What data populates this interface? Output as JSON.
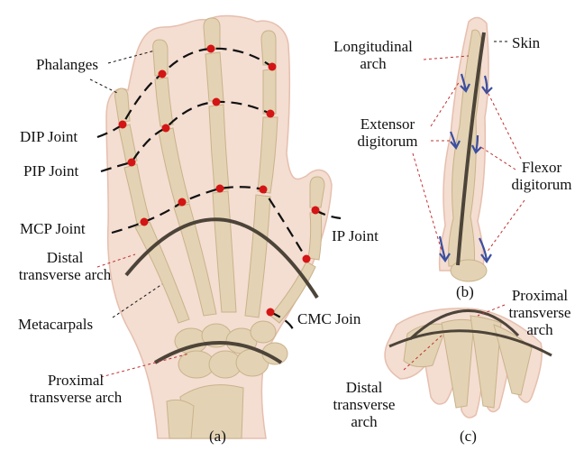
{
  "labels": {
    "phalanges": "Phalanges",
    "dip": "DIP Joint",
    "pip": "PIP Joint",
    "mcp": "MCP Joint",
    "distal_a": [
      "Distal",
      "transverse arch"
    ],
    "metacarpals": "Metacarpals",
    "proximal_a": [
      "Proximal",
      "transverse arch"
    ],
    "ip": "IP Joint",
    "cmc": "CMC Join",
    "longitudinal": [
      "Longitudinal",
      "arch"
    ],
    "skin": "Skin",
    "extensor": [
      "Extensor",
      "digitorum"
    ],
    "flexor": [
      "Flexor",
      "digitorum"
    ],
    "proximal_c": [
      "Proximal",
      "transverse",
      "arch"
    ],
    "distal_c": [
      "Distal",
      "transverse",
      "arch"
    ]
  },
  "captions": {
    "a": "(a)",
    "b": "(b)",
    "c": "(c)"
  },
  "colors": {
    "bone": "#e3d3b4",
    "bone_shade": "#c9b28a",
    "skin": "#f4ddd1",
    "skin_edge": "#e6bfae",
    "joint": "#d41515",
    "arch": "#4d4439",
    "leader": "#c03030",
    "arrow": "#3b4fa0"
  },
  "icons": [
    "joint-marker-icon",
    "tendon-arrow-icon"
  ]
}
